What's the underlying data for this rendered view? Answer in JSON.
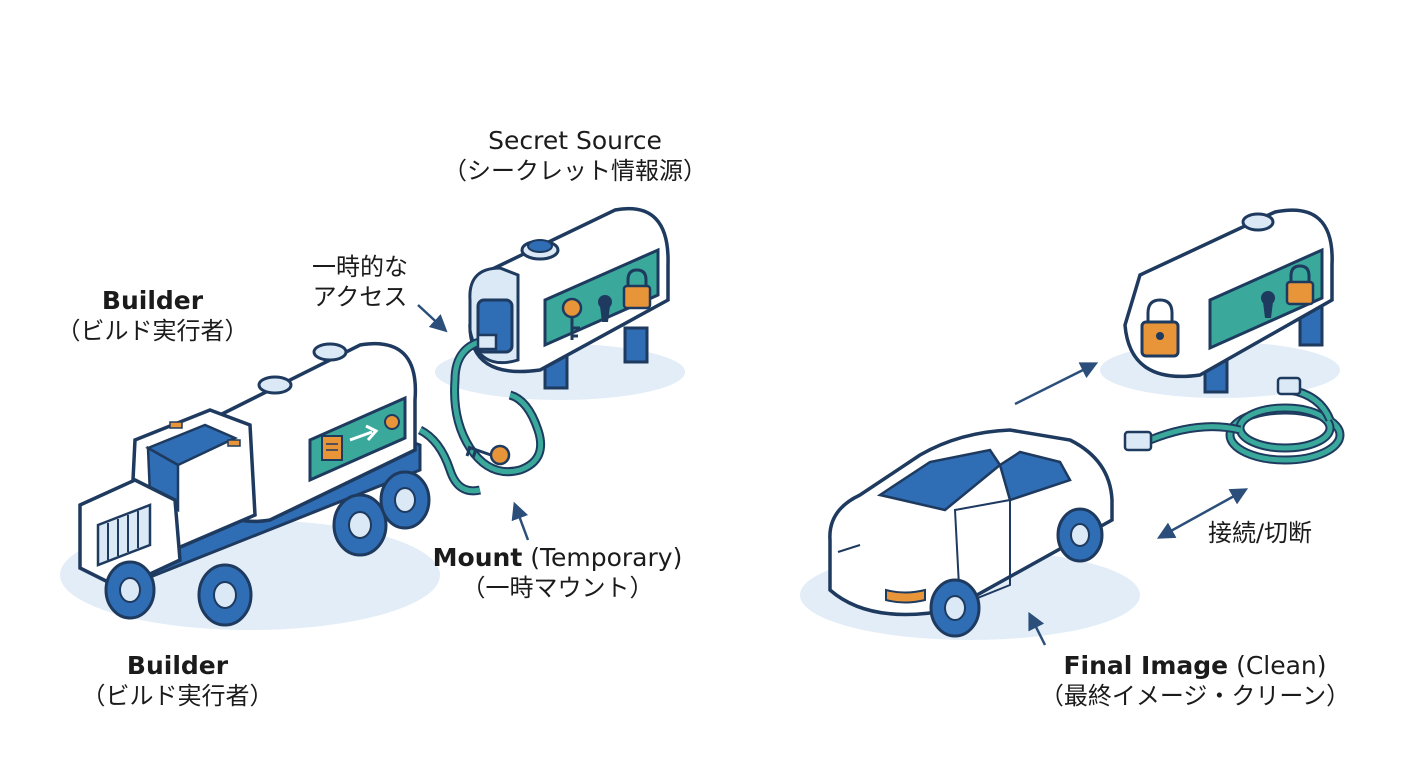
{
  "labels": {
    "secret_source": {
      "title": "Secret Source",
      "subtitle": "（シークレット情報源）"
    },
    "temporary_access": {
      "line1": "一時的な",
      "line2": "アクセス"
    },
    "builder_top": {
      "title": "Builder",
      "subtitle": "（ビルド実行者）"
    },
    "builder_bottom": {
      "title": "Builder",
      "subtitle": "（ビルド実行者）"
    },
    "mount": {
      "title": "Mount",
      "title_suffix": " (Temporary)",
      "subtitle": "（一時マウント）"
    },
    "connect_disconnect": "接続/切断",
    "final_image": {
      "title": "Final Image",
      "title_suffix": " (Clean)",
      "subtitle": "（最終イメージ・クリーン）"
    }
  },
  "colors": {
    "outline": "#1e3a5f",
    "blue": "#2f6db5",
    "blue_light": "#dbe8f5",
    "teal": "#3aa89a",
    "teal_light": "#cdeee6",
    "orange": "#e8953a",
    "body_white": "#ffffff",
    "shadow": "#e3edf7"
  },
  "icons": [
    "key-icon",
    "keyhole-icon",
    "padlock-icon",
    "document-icon",
    "arrow-icon"
  ]
}
